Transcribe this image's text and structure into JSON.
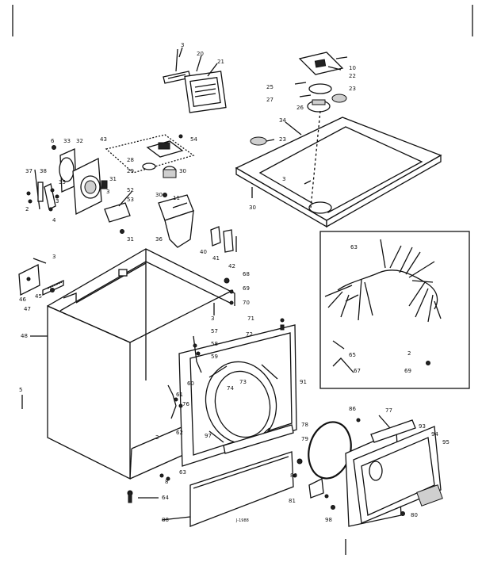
{
  "labels": [
    {
      "t": "3"
    },
    {
      "t": "20"
    },
    {
      "t": "21"
    },
    {
      "t": "10"
    },
    {
      "t": "22"
    },
    {
      "t": "23"
    },
    {
      "t": "25"
    },
    {
      "t": "27"
    },
    {
      "t": "26"
    },
    {
      "t": "34"
    },
    {
      "t": "23"
    },
    {
      "t": "3"
    },
    {
      "t": "30"
    },
    {
      "t": "6"
    },
    {
      "t": "33"
    },
    {
      "t": "32"
    },
    {
      "t": "43"
    },
    {
      "t": "54"
    },
    {
      "t": "28"
    },
    {
      "t": "29"
    },
    {
      "t": "30"
    },
    {
      "t": "37"
    },
    {
      "t": "38"
    },
    {
      "t": "35"
    },
    {
      "t": "31"
    },
    {
      "t": "2"
    },
    {
      "t": "3"
    },
    {
      "t": "4"
    },
    {
      "t": "3"
    },
    {
      "t": "52"
    },
    {
      "t": "53"
    },
    {
      "t": "30"
    },
    {
      "t": "31"
    },
    {
      "t": "36"
    },
    {
      "t": "40"
    },
    {
      "t": "41"
    },
    {
      "t": "42"
    },
    {
      "t": "63"
    },
    {
      "t": "65"
    },
    {
      "t": "2"
    },
    {
      "t": "67"
    },
    {
      "t": "69"
    },
    {
      "t": "3"
    },
    {
      "t": "46"
    },
    {
      "t": "45"
    },
    {
      "t": "47"
    },
    {
      "t": "48"
    },
    {
      "t": "5"
    },
    {
      "t": "68"
    },
    {
      "t": "69"
    },
    {
      "t": "70"
    },
    {
      "t": "3"
    },
    {
      "t": "71"
    },
    {
      "t": "72"
    },
    {
      "t": "57"
    },
    {
      "t": "58"
    },
    {
      "t": "59"
    },
    {
      "t": "73"
    },
    {
      "t": "74"
    },
    {
      "t": "60"
    },
    {
      "t": "61"
    },
    {
      "t": "76"
    },
    {
      "t": "62"
    },
    {
      "t": "97"
    },
    {
      "t": "91"
    },
    {
      "t": "86"
    },
    {
      "t": "77"
    },
    {
      "t": "93"
    },
    {
      "t": "94"
    },
    {
      "t": "95"
    },
    {
      "t": "78"
    },
    {
      "t": "79"
    },
    {
      "t": "2"
    },
    {
      "t": "63"
    },
    {
      "t": "8"
    },
    {
      "t": "80"
    },
    {
      "t": "81"
    },
    {
      "t": "98"
    },
    {
      "t": "80"
    },
    {
      "t": "64"
    },
    {
      "t": "88"
    },
    {
      "t": "11"
    }
  ],
  "stamp": "J-1988"
}
